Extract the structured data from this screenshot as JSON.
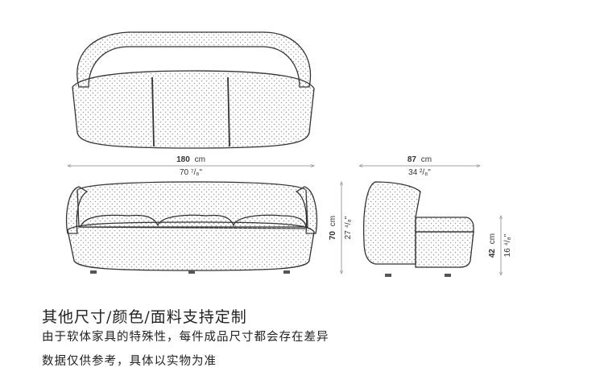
{
  "dimensions": {
    "width": {
      "value": "180",
      "unit": "cm",
      "imperial": "70 ⁷/₈\""
    },
    "depth": {
      "value": "87",
      "unit": "cm",
      "imperial": "34 ²/₈\""
    },
    "height": {
      "value": "70",
      "unit": "cm",
      "imperial": "27 ⁴/₈\""
    },
    "seat_height": {
      "value": "42",
      "unit": "cm",
      "imperial": "16 ⁴/₈\""
    }
  },
  "notes": {
    "line1": "其他尺寸/颜色/面料支持定制",
    "line2": "由于软体家具的特殊性，每件成品尺寸都会存在差异",
    "line3": "数据仅供参考，具体以实物为准"
  },
  "colors": {
    "line": "#333333",
    "dot": "#9a9a9a",
    "dim": "#888888"
  }
}
